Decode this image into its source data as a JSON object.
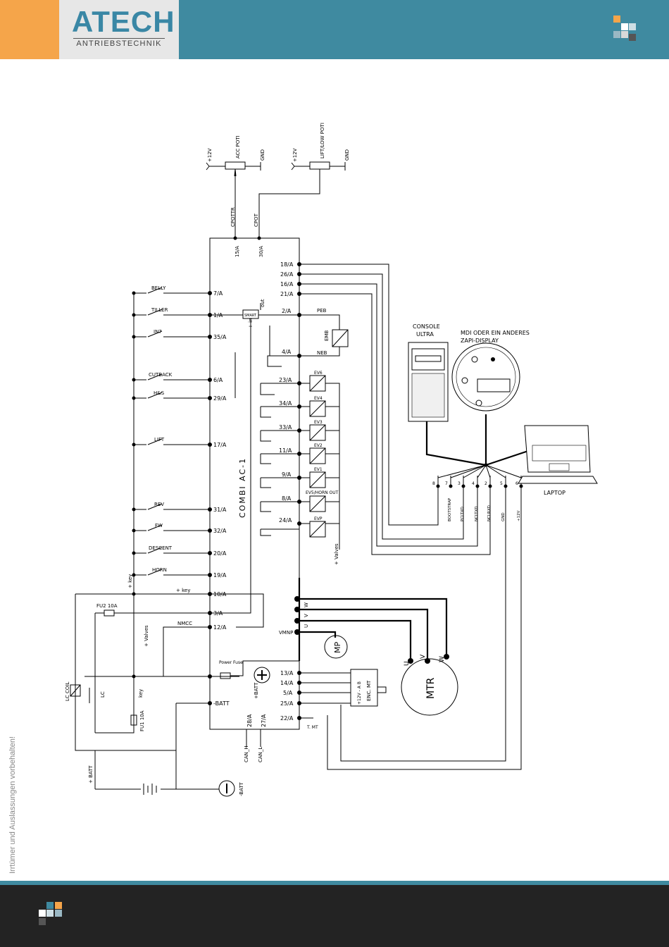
{
  "header": {
    "logo_main": "ATECH",
    "logo_sub": "ANTRIEBSTECHNIK"
  },
  "side_note": "Irrtümer und Auslassungen vorbehalten!",
  "diagram": {
    "controller": "COMBI AC-1",
    "poti_top_left": {
      "name": "ACC POTI",
      "plus": "+12V",
      "gnd": "GND"
    },
    "poti_top_right": {
      "name": "LIFT/LOW POTI",
      "plus": "+12V",
      "gnd": "GND"
    },
    "signals_top": [
      "CPOTTR",
      "CPOT"
    ],
    "pins_top": [
      "15/A",
      "30/A"
    ],
    "pins_right_top": [
      "18/A",
      "26/A",
      "16/A",
      "21/A"
    ],
    "switch_pins": [
      {
        "switch": "BELLY",
        "pin": "7/A"
      },
      {
        "switch": "TILLER",
        "pin": "1/A"
      },
      {
        "switch": "IN7",
        "pin": "35/A"
      },
      {
        "switch": "CUTBACK",
        "pin": "6/A"
      },
      {
        "switch": "H&S",
        "pin": "29/A"
      },
      {
        "switch": "LIFT",
        "pin": "17/A"
      },
      {
        "switch": "REV",
        "pin": "31/A"
      },
      {
        "switch": "FW",
        "pin": "32/A"
      },
      {
        "switch": "DESCENT",
        "pin": "20/A"
      },
      {
        "switch": "HORN",
        "pin": "19/A"
      }
    ],
    "smart": {
      "label": "SMART",
      "out": "out",
      "in": "+ in"
    },
    "peb": {
      "pin": "2/A",
      "label": "PEB"
    },
    "neb": {
      "pin": "4/A",
      "label": "NEB"
    },
    "emb": "EMB",
    "valves": [
      {
        "pin": "23/A",
        "name": "EV6"
      },
      {
        "pin": "34/A",
        "name": "EV4"
      },
      {
        "pin": "33/A",
        "name": "EV3"
      },
      {
        "pin": "11/A",
        "name": "EV2"
      },
      {
        "pin": "9/A",
        "name": "EV1"
      },
      {
        "pin": "8/A",
        "name": "EV5/HORN OUT"
      },
      {
        "pin": "24/A",
        "name": "EVP"
      }
    ],
    "valves_plus": "+ Valves",
    "left_pins": [
      "10/A",
      "3/A",
      "12/A",
      "-BATT"
    ],
    "key_plus": "+ key",
    "key": "key",
    "fu2": "FU2 10A",
    "fu1": "FU1 10A",
    "nmcc": "NMCC",
    "lc": "LC",
    "lc_coil": "LC COIL",
    "plus_valves_left": "+ Valves",
    "power_fuse": "Power Fuse",
    "plus_batt": "+BATT",
    "minus_batt": "-BATT",
    "plus_batt_left": "+ BATT",
    "can_pins": [
      "28/A",
      "27/A"
    ],
    "can_labels": [
      "CAN_H",
      "CAN_L"
    ],
    "motor_phases": [
      "W",
      "V",
      "U"
    ],
    "vmnp": "VMNP",
    "mp": "MP",
    "mtr": "MTR",
    "motor_terminals": [
      "U",
      "V",
      "W"
    ],
    "encoder_pins": [
      "13/A",
      "14/A",
      "5/A",
      "25/A",
      "22/A"
    ],
    "encoder_label": "ENC. MT",
    "encoder_lines": "+12V  -  A  B",
    "thermo": "T. MT",
    "console": [
      "CONSOLE",
      "ULTRA"
    ],
    "mdi": [
      "MDI ODER EIN ANDERES",
      "ZAPI-DISPLAY"
    ],
    "laptop": "LAPTOP",
    "connector_numbers": [
      "8",
      "7",
      "3",
      "4",
      "2",
      "5",
      "6"
    ],
    "connector_labels": [
      "BOOTSTRAP",
      "PCLTXD",
      "NCLTXD",
      "NCLRXD",
      "GND",
      "+12V"
    ]
  },
  "colors": {
    "teal": "#3f8aa0",
    "orange": "#f5a54a",
    "dark": "#232323"
  }
}
